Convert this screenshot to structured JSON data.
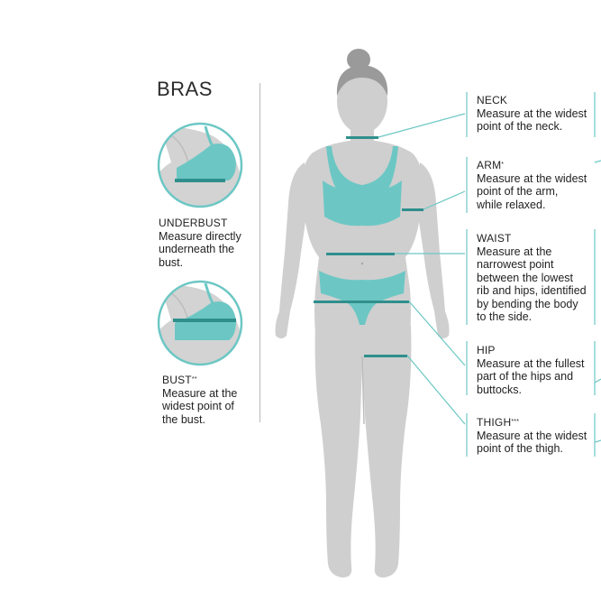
{
  "section_title": "BRAS",
  "bras": [
    {
      "heading": "UNDERBUST",
      "sup": "",
      "lines": [
        "Measure directly",
        "underneath the",
        "bust."
      ]
    },
    {
      "heading": "BUST",
      "sup": "**",
      "lines": [
        "Measure at the",
        "widest point of",
        "the bust."
      ]
    }
  ],
  "measurements": [
    {
      "heading": "NECK",
      "sup": "",
      "lines": [
        "Measure at the widest",
        "point of the neck."
      ]
    },
    {
      "heading": "ARM",
      "sup": "*",
      "lines": [
        "Measure at the widest",
        "point of the arm,",
        "while relaxed."
      ]
    },
    {
      "heading": "WAIST",
      "sup": "",
      "lines": [
        "Measure at the",
        "narrowest point",
        "between the lowest",
        "rib and hips, identified",
        "by bending the body",
        "to the side."
      ]
    },
    {
      "heading": "HIP",
      "sup": "",
      "lines": [
        "Measure at the fullest",
        "part of the hips and",
        "buttocks."
      ]
    },
    {
      "heading": "THIGH",
      "sup": "***",
      "lines": [
        "Measure at the widest",
        "point of the thigh."
      ]
    }
  ],
  "colors": {
    "teal": "#6cc7c4",
    "teal_dark": "#2f8f8c",
    "skin": "#cfcfcf",
    "hair": "#9a9a9a",
    "line": "#6cc7c4",
    "text": "#222222"
  }
}
